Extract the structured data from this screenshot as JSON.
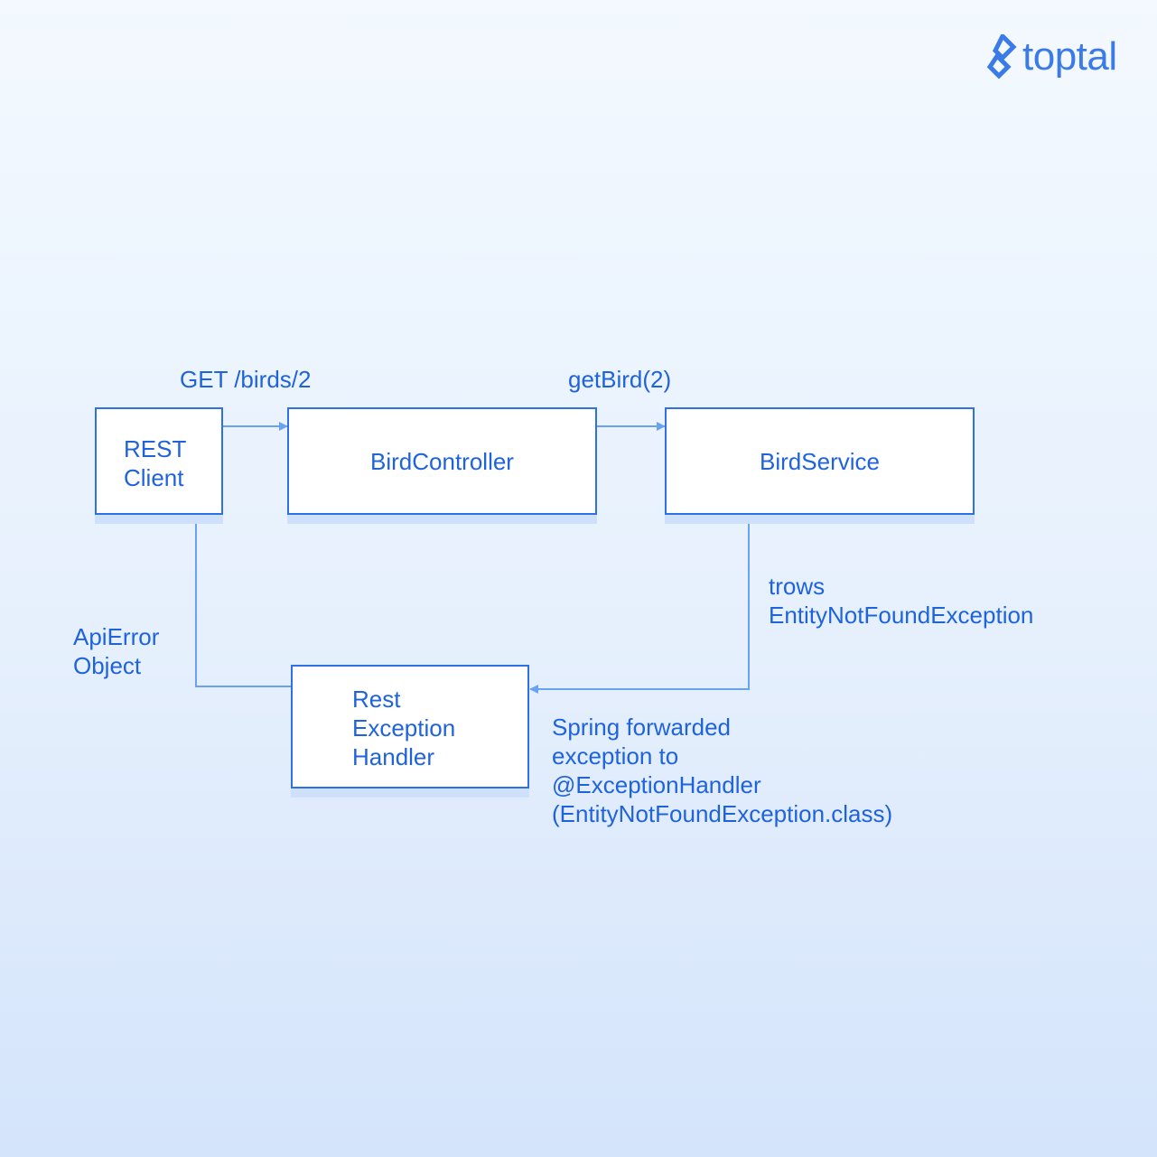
{
  "brand": {
    "logo_text": "toptal",
    "color": "#3b7be8"
  },
  "colors": {
    "node_border": "#2e71e6",
    "node_text": "#1f63dc",
    "arrow": "#6aa2f3",
    "shadow": "#cfe0fb"
  },
  "nodes": {
    "rest_client": "REST\nClient",
    "bird_controller": "BirdController",
    "bird_service": "BirdService",
    "rest_exception_handler": "Rest\nException\nHandler"
  },
  "edges": {
    "get_request": "GET /birds/2",
    "get_bird_call": "getBird(2)",
    "throws_exception": "trows\nEntityNotFoundException",
    "spring_forwarded": "Spring forwarded\nexception to\n@ExceptionHandler\n(EntityNotFoundException.class)",
    "api_error_object": "ApiError\nObject"
  }
}
